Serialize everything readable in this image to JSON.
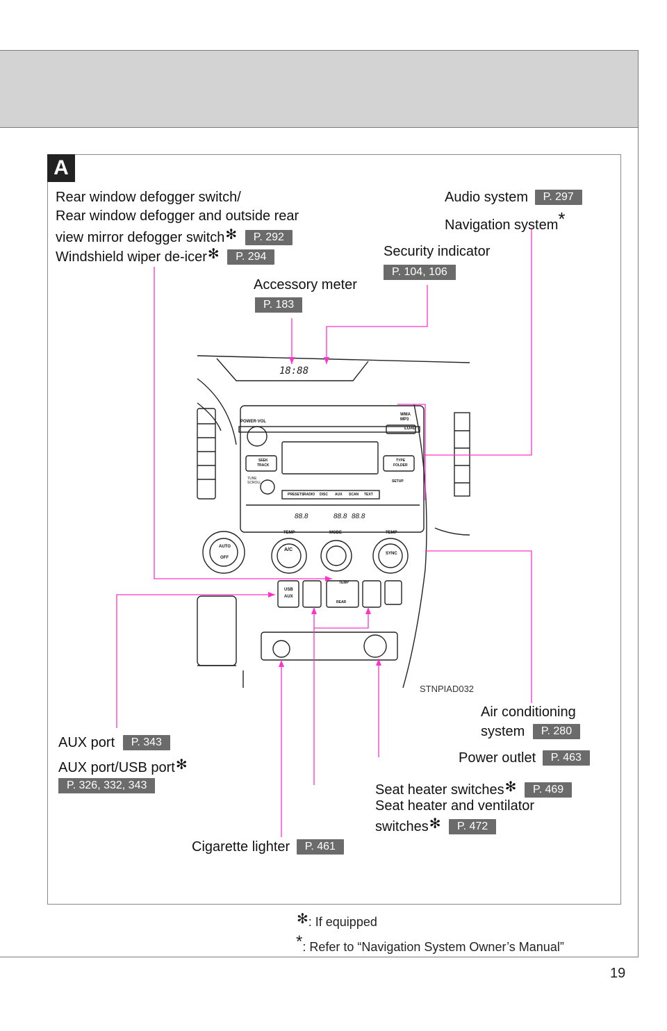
{
  "section_letter": "A",
  "image_code": "STNPIAD032",
  "page_number": "19",
  "callouts": {
    "rear_defogger": {
      "line1": "Rear window defogger switch/",
      "line2": "Rear window defogger and outside rear",
      "line3": "view mirror defogger switch",
      "page_line3": "P. 292",
      "line4": "Windshield wiper de-icer",
      "page_line4": "P. 294"
    },
    "audio": {
      "label": "Audio system",
      "page": "P. 297",
      "nav_label": "Navigation system"
    },
    "security": {
      "label": "Security indicator",
      "page": "P. 104, 106"
    },
    "accessory": {
      "label": "Accessory meter",
      "page": "P. 183"
    },
    "air_conditioning": {
      "line1": "Air conditioning",
      "line2": "system",
      "page": "P. 280"
    },
    "power_outlet": {
      "label": "Power outlet",
      "page": "P. 463"
    },
    "aux": {
      "label": "AUX port",
      "page": "P. 343",
      "label2": "AUX port/USB port",
      "page2": "P. 326, 332, 343"
    },
    "seat_heater": {
      "line1": "Seat heater switches",
      "page1": "P. 469",
      "line2": "Seat heater and ventilator",
      "line3": "switches",
      "page3": "P. 472"
    },
    "cigarette": {
      "label": "Cigarette lighter",
      "page": "P. 461"
    }
  },
  "footnotes": {
    "star_note": ": If equipped",
    "asterisk_note": ": Refer to “Navigation System Owner’s Manual”"
  },
  "dashboard": {
    "clock": "18:88",
    "buttons": {
      "power_vol": "POWER·VOL",
      "load": "LOAD",
      "wma": "WMA",
      "mp3": "MP3",
      "seek": "SEEK",
      "track": "TRACK",
      "type": "TYPE",
      "folder": "FOLDER",
      "tune": "TUNE",
      "scroll": "SCROLL",
      "setup": "SETUP",
      "presets": "PRESETS",
      "radio": "RADIO",
      "disc": "DISC",
      "aux": "AUX",
      "scan": "SCAN",
      "text": "TEXT",
      "auto": "AUTO",
      "off": "OFF",
      "ac": "A/C",
      "sync": "SYNC",
      "temp": "TEMP",
      "mode": "MODE",
      "usb": "USB",
      "aux_port": "AUX",
      "rear": "REAR"
    },
    "seg_display": "88.8"
  },
  "colors": {
    "leader": "#ff33cc",
    "page_badge": "#6b6b6b",
    "header_band": "#d3d3d3"
  },
  "icons": [
    "star-icon",
    "asterisk-icon"
  ]
}
